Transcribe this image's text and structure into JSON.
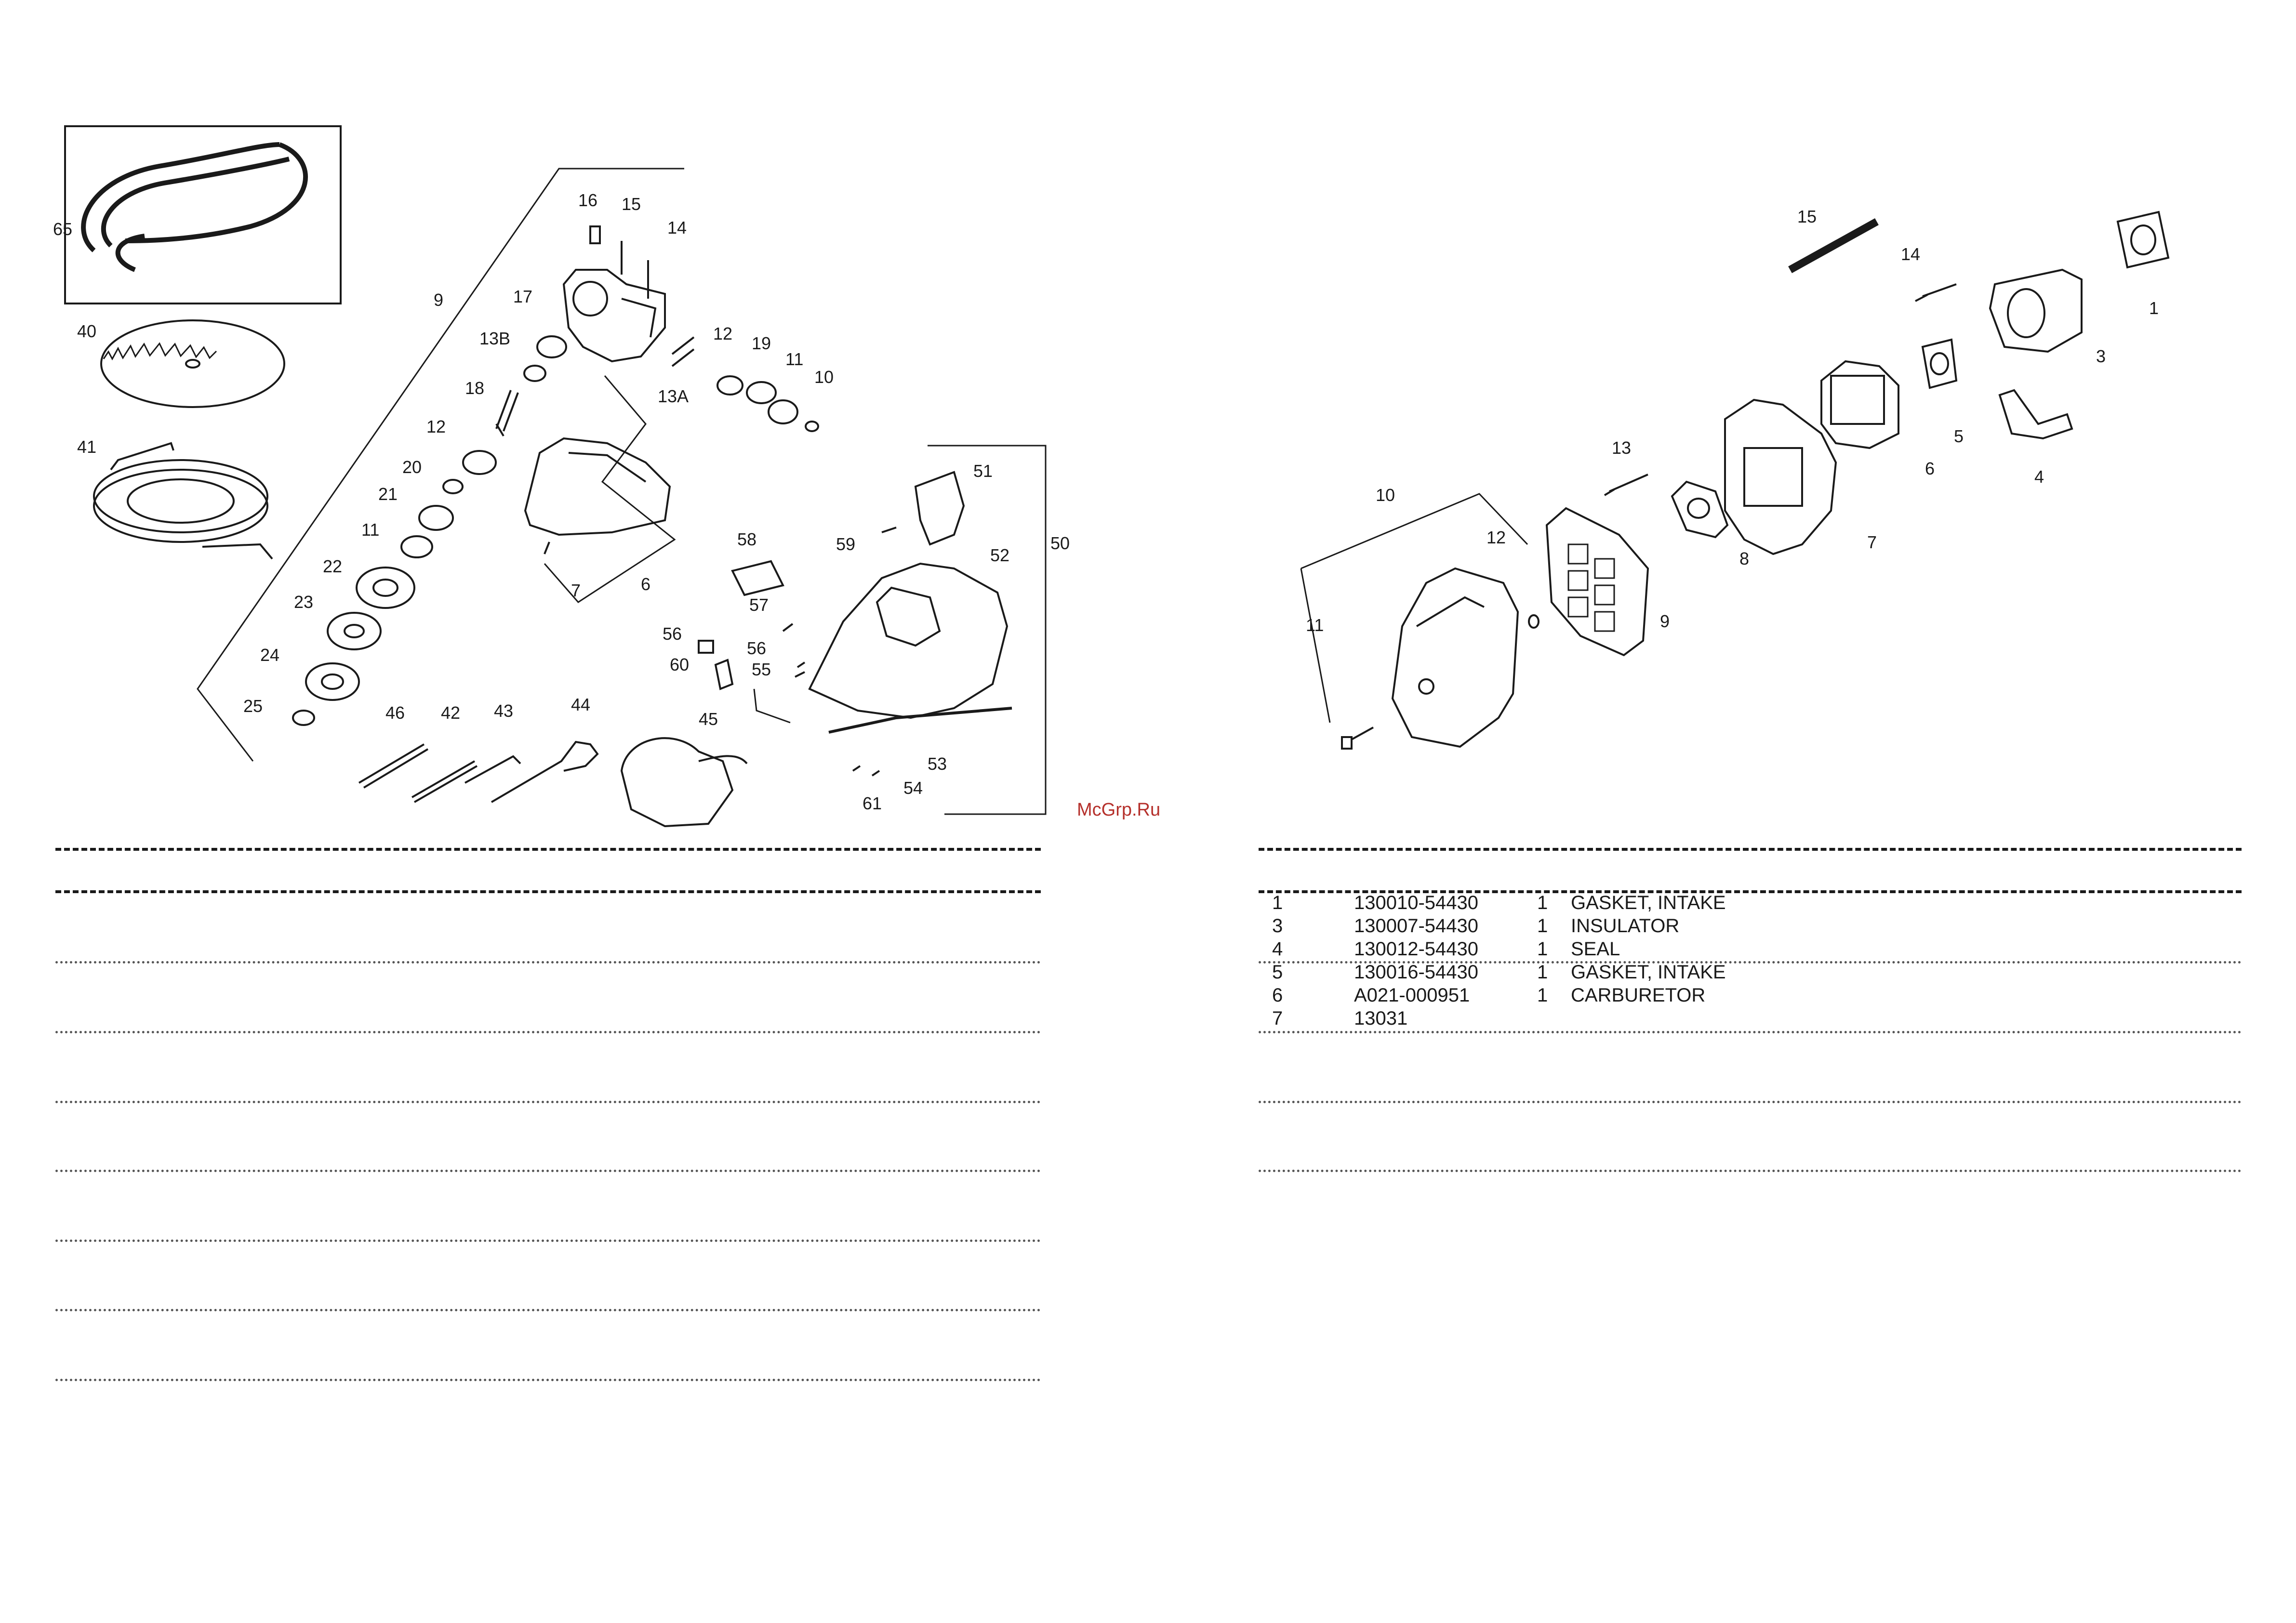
{
  "watermark": "McGrp.Ru",
  "left_diagram": {
    "callouts": [
      "65",
      "40",
      "41",
      "9",
      "16",
      "15",
      "14",
      "17",
      "13B",
      "18",
      "12",
      "20",
      "21",
      "11",
      "22",
      "23",
      "24",
      "25",
      "13A",
      "12",
      "19",
      "11",
      "10",
      "7",
      "6",
      "51",
      "50",
      "52",
      "58",
      "59",
      "57",
      "56",
      "60",
      "56",
      "55",
      "53",
      "54",
      "61",
      "46",
      "42",
      "43",
      "44",
      "45"
    ]
  },
  "right_diagram": {
    "callouts": [
      "15",
      "14",
      "1",
      "3",
      "5",
      "4",
      "6",
      "13",
      "7",
      "8",
      "10",
      "12",
      "9",
      "11"
    ]
  },
  "parts_table": {
    "rows": [
      {
        "ref": "1",
        "part_no": "130010-54430",
        "qty": "1",
        "desc": "GASKET, INTAKE"
      },
      {
        "ref": "3",
        "part_no": "130007-54430",
        "qty": "1",
        "desc": "INSULATOR"
      },
      {
        "ref": "4",
        "part_no": "130012-54430",
        "qty": "1",
        "desc": "SEAL"
      },
      {
        "ref": "5",
        "part_no": "130016-54430",
        "qty": "1",
        "desc": "GASKET, INTAKE"
      },
      {
        "ref": "6",
        "part_no": "A021-000951",
        "qty": "1",
        "desc": "CARBURETOR"
      },
      {
        "ref": "7",
        "part_no": "13031",
        "qty": "",
        "desc": ""
      }
    ]
  }
}
